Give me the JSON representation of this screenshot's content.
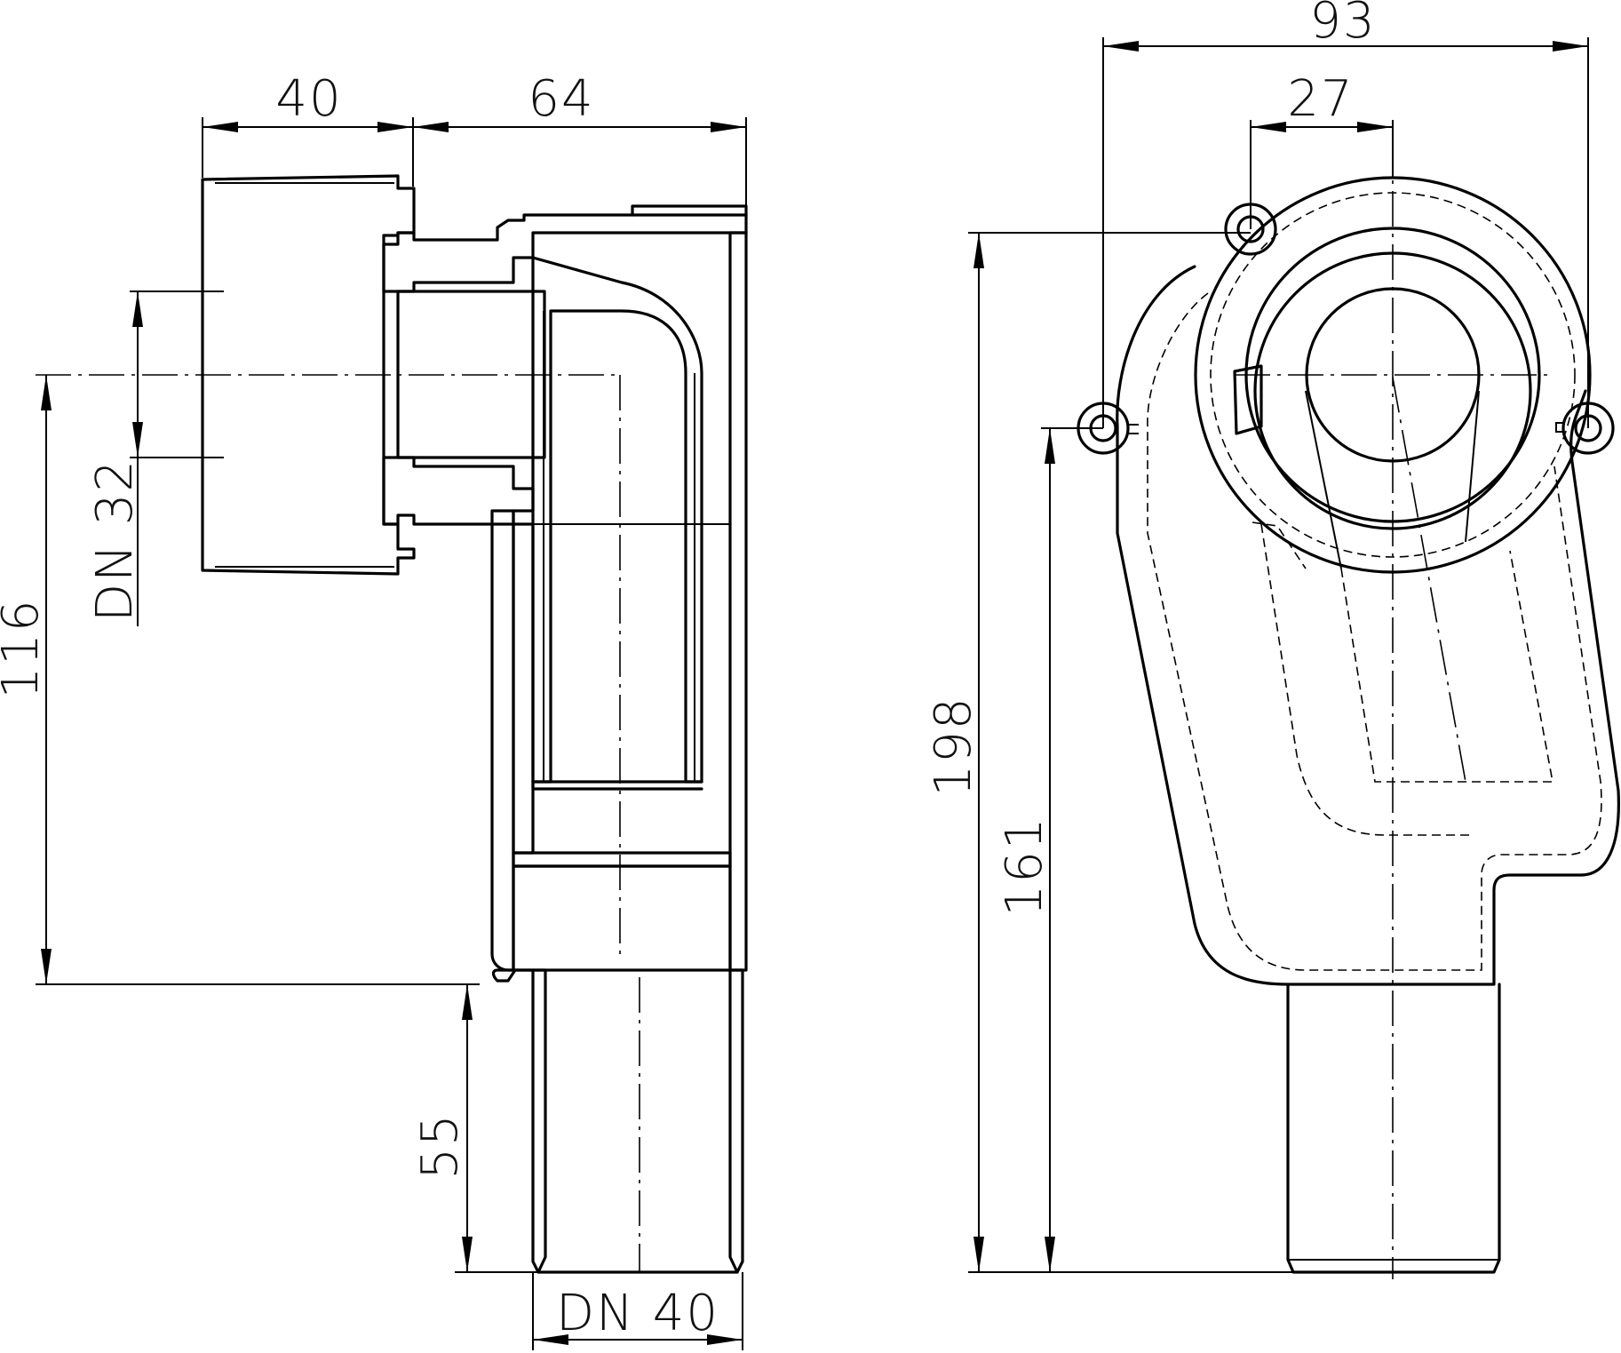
{
  "dimensions": {
    "left_width_40": "40",
    "left_width_64": "64",
    "height_116": "116",
    "inlet_dn32": "DN 32",
    "outlet_length_55": "55",
    "outlet_dn40": "DN 40",
    "right_width_93": "93",
    "right_offset_27": "27",
    "height_198": "198",
    "height_161": "161"
  }
}
